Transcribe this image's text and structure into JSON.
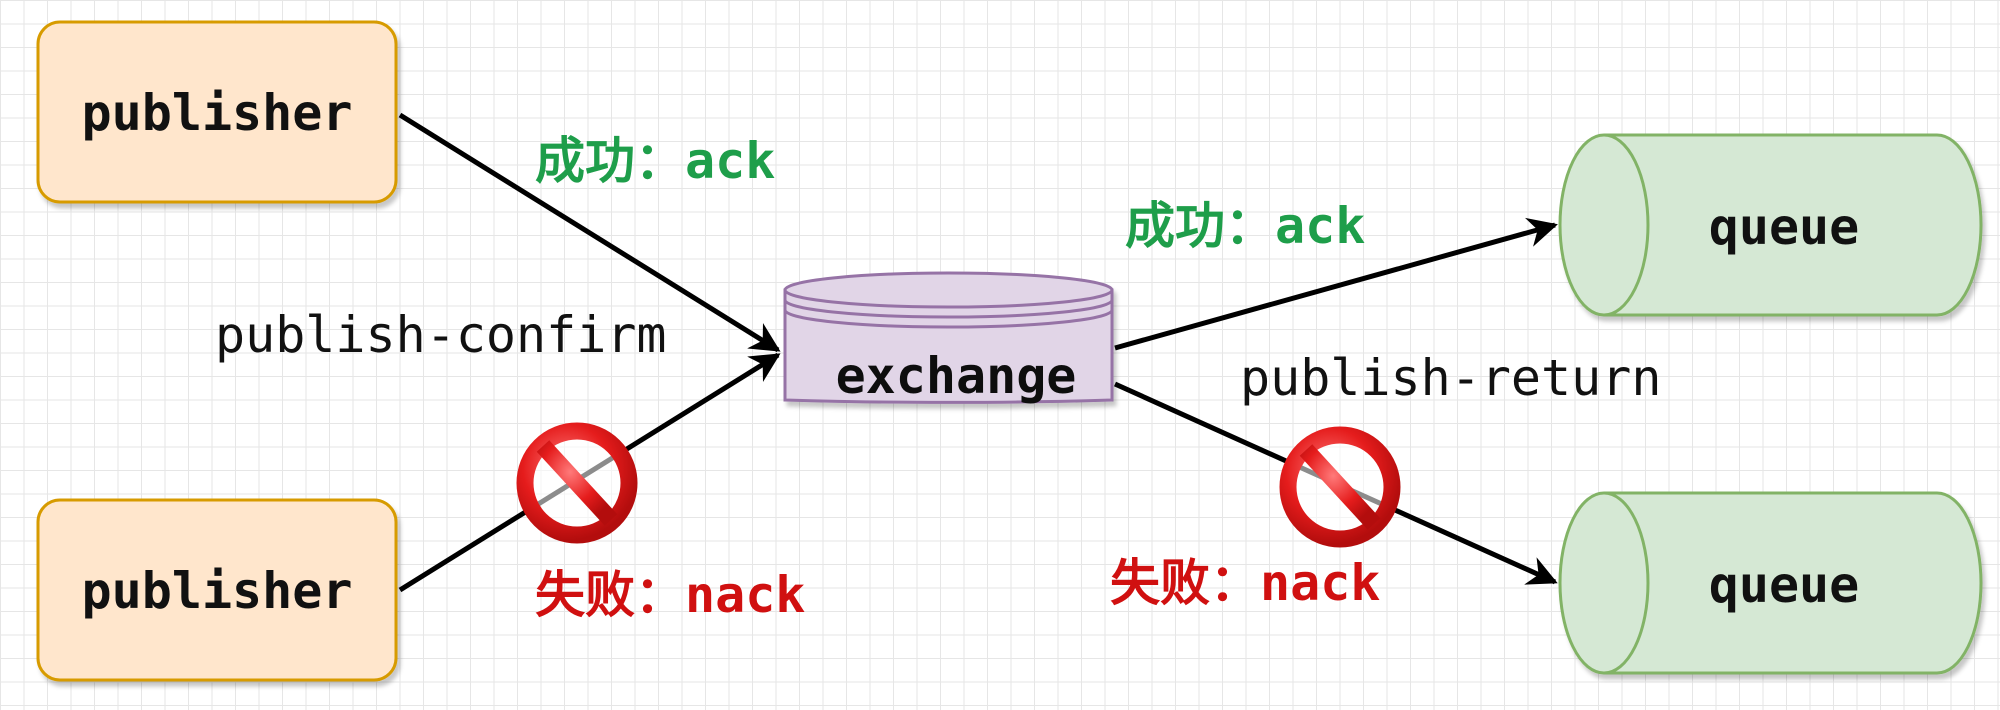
{
  "nodes": {
    "publisher_top": {
      "label": "publisher"
    },
    "publisher_bottom": {
      "label": "publisher"
    },
    "exchange": {
      "label": "exchange"
    },
    "queue_top": {
      "label": "queue"
    },
    "queue_bottom": {
      "label": "queue"
    }
  },
  "edges": {
    "publish_confirm_label": "publish-confirm",
    "publish_return_label": "publish-return",
    "ack_left": "成功：ack",
    "nack_left": "失败：nack",
    "ack_right": "成功：ack",
    "nack_right": "失败：nack"
  },
  "colors": {
    "publisher_fill": "#ffe6cc",
    "publisher_stroke": "#d79b00",
    "exchange_fill": "#e1d5e7",
    "exchange_stroke": "#9673a6",
    "queue_fill": "#d5e8d4",
    "queue_stroke": "#82b366",
    "ack": "#1e9e4a",
    "nack": "#d01010"
  },
  "icons": {
    "blocked": "prohibited-icon"
  }
}
